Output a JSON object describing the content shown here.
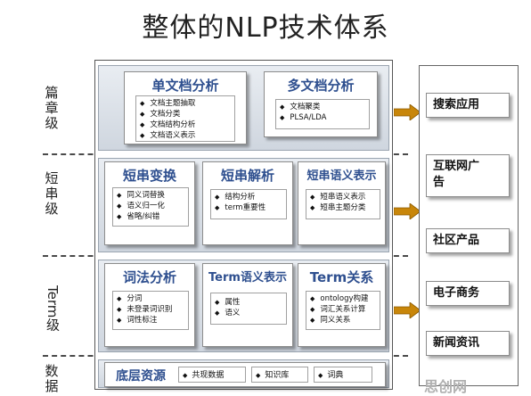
{
  "title": "整体的NLP技术体系",
  "levels": {
    "doc": "篇章级",
    "string": "短串级",
    "term": "Term级",
    "data": "数据"
  },
  "doc_boxes": [
    {
      "title": "单文档分析",
      "items": [
        "文档主题抽取",
        "文档分类",
        "文档结构分析",
        "文档语义表示"
      ]
    },
    {
      "title": "多文档分析",
      "items": [
        "文档聚类",
        "PLSA/LDA"
      ]
    }
  ],
  "string_boxes": [
    {
      "title": "短串变换",
      "items": [
        "同义词替换",
        "语义归一化",
        "省略/纠错"
      ]
    },
    {
      "title": "短串解析",
      "items": [
        "结构分析",
        "term重要性"
      ]
    },
    {
      "title": "短串语义表示",
      "items": [
        "短串语义表示",
        "短串主题分类"
      ]
    }
  ],
  "term_boxes": [
    {
      "title": "词法分析",
      "items": [
        "分词",
        "未登录词识别",
        "词性标注"
      ]
    },
    {
      "title": "Term语义表示",
      "items": [
        "属性",
        "语义"
      ]
    },
    {
      "title": "Term关系",
      "items": [
        "ontology构建",
        "词汇关系计算",
        "同义关系"
      ]
    }
  ],
  "bottom": {
    "title": "底层资源",
    "items": [
      "共现数据",
      "知识库",
      "词典"
    ]
  },
  "applications": [
    "搜索应用",
    "互联网广告",
    "社区产品",
    "电子商务",
    "新闻资讯"
  ],
  "watermark": "思创网",
  "colors": {
    "box_title": "#2e4f8f",
    "arrow": "#c8860a"
  }
}
